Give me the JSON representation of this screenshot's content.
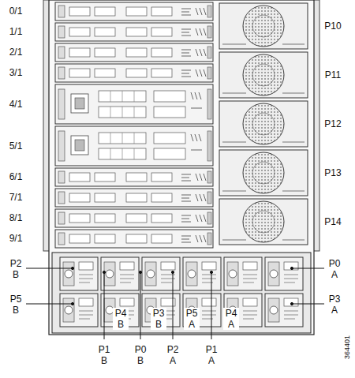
{
  "diagram": {
    "labels": [
      "0/1",
      "1/1",
      "2/1",
      "3/1",
      "4/1",
      "5/1",
      "6/1",
      "7/1",
      "8/1",
      "9/1",
      "P10",
      "P11",
      "P12",
      "P13",
      "P14",
      "P2 B",
      "P5 B",
      "P0 A",
      "P3 A",
      "P4 B",
      "P3 B",
      "P5 A",
      "P4 A",
      "P1 B",
      "P0 B",
      "P2 A",
      "P1 A",
      "364401"
    ]
  }
}
